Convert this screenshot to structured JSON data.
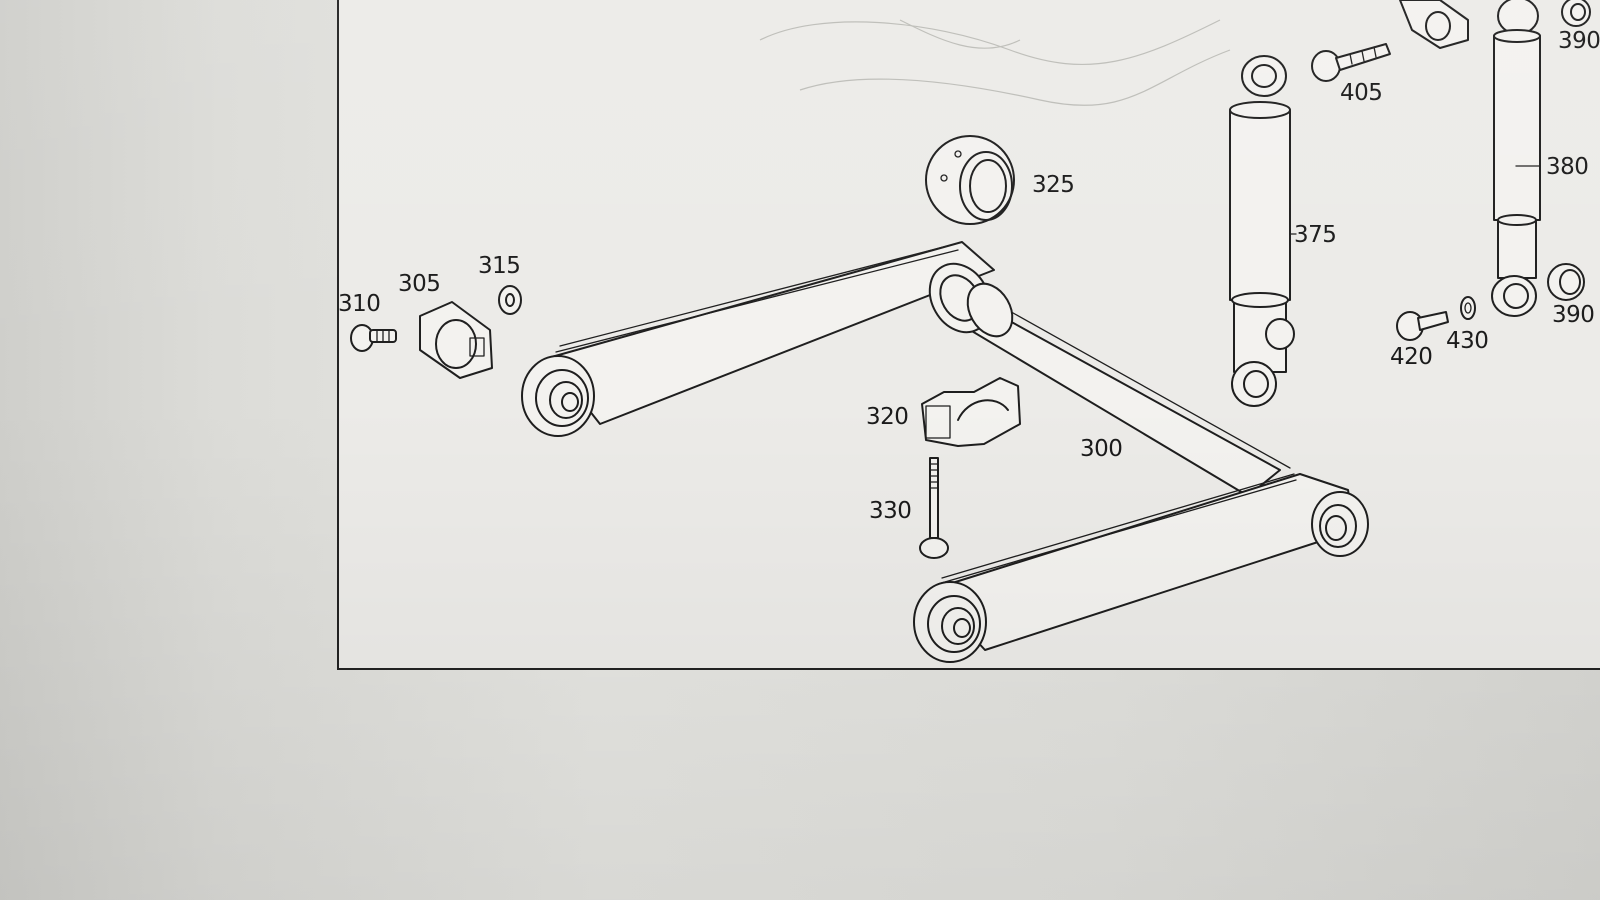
{
  "diagram": {
    "callouts": {
      "c300": "300",
      "c305": "305",
      "c310": "310",
      "c315": "315",
      "c320": "320",
      "c325": "325",
      "c330": "330",
      "c375": "375",
      "c380": "380",
      "c390a": "390",
      "c390b": "390",
      "c405": "405",
      "c420": "420",
      "c430": "430"
    }
  }
}
